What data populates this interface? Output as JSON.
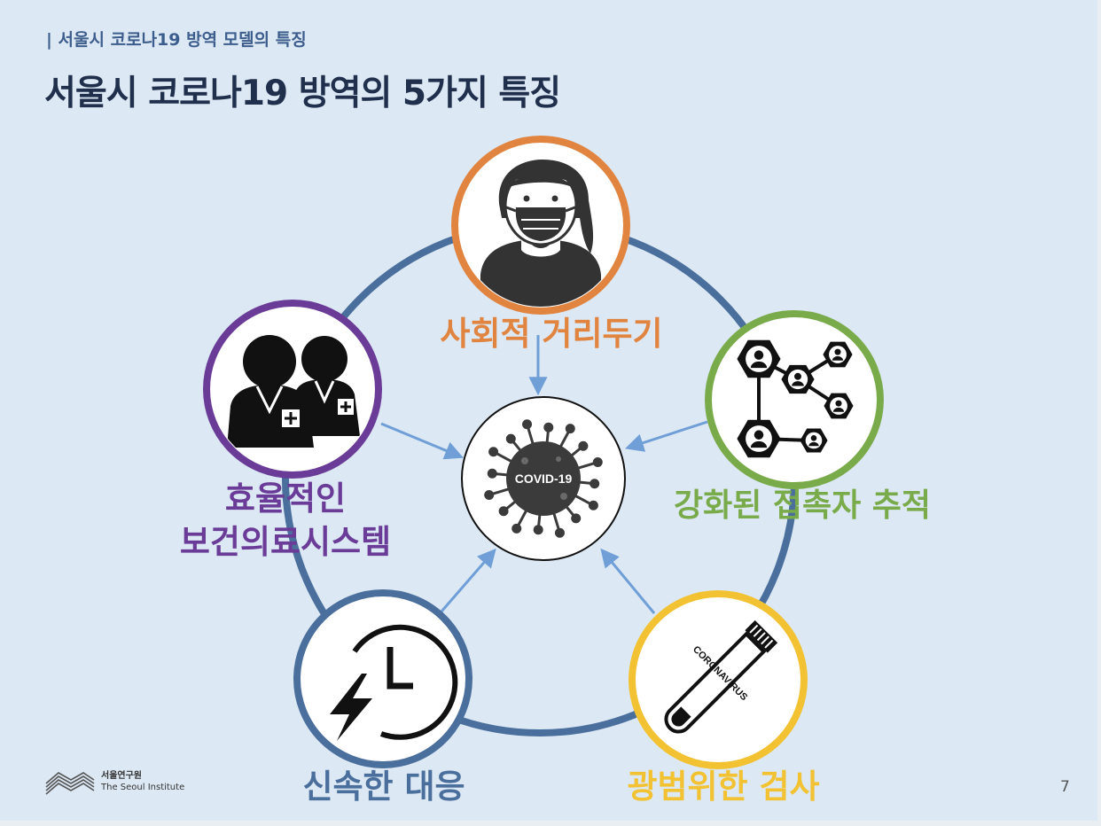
{
  "header": {
    "section_label": "| 서울시 코로나19 방역 모델의 특징",
    "title": "서울시 코로나19 방역의 5가지 특징"
  },
  "center": {
    "label": "COVID-19"
  },
  "nodes": [
    {
      "id": "distancing",
      "label": "사회적 거리두기",
      "color": "#e0843f",
      "icon": "masked-person-icon"
    },
    {
      "id": "tracing",
      "label": "강화된 접촉자 추적",
      "color": "#7aab4b",
      "icon": "contact-network-icon"
    },
    {
      "id": "testing",
      "label": "광범위한 검사",
      "color": "#f2c232",
      "icon": "test-tube-icon",
      "tube_text": "CORONAVIRUS"
    },
    {
      "id": "response",
      "label": "신속한 대응",
      "color": "#4a6f9c",
      "icon": "fast-clock-icon"
    },
    {
      "id": "medical",
      "label_lines": [
        "효율적인",
        "보건의료시스템"
      ],
      "color": "#6a3c97",
      "icon": "medical-staff-icon"
    }
  ],
  "colors": {
    "ring": "#4a6f9c",
    "arrow": "#6f9fd6",
    "background": "#dce8f4"
  },
  "footer": {
    "logo_ko": "서울연구원",
    "logo_en": "The Seoul Institute",
    "page_number": "7"
  }
}
